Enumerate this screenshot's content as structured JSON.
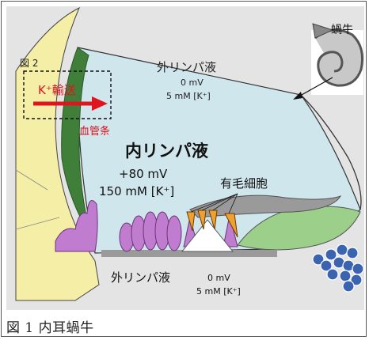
{
  "labels": {
    "figure_ref": "図 2",
    "k_transport": "K⁺輸送",
    "stria": "血管条",
    "perilymph_top": "外リンパ液",
    "perilymph_top_mv": "0 mV",
    "perilymph_top_conc": "5 mM [K⁺]",
    "endolymph": "内リンパ液",
    "endolymph_mv": "+80 mV",
    "endolymph_conc": "150 mM [K⁺]",
    "hair_cells": "有毛細胞",
    "perilymph_bottom": "外リンパ液",
    "perilymph_bottom_mv": "0 mV",
    "perilymph_bottom_conc": "5 mM [K⁺]",
    "cochlea_inset": "蝸牛",
    "caption": "図 1 内耳蝸牛"
  },
  "colors": {
    "panel_bg": "#e4e4e4",
    "endolymph": "#cfe6ec",
    "bone": "#f5eea6",
    "stria": "#3f7f3a",
    "support": "#c07ccf",
    "hair_cell": "#f0a030",
    "membrane": "#9a9a9a",
    "green_tissue": "#9ccf8a",
    "nerve": "#3a63b0",
    "arrow": "#e0141e"
  }
}
